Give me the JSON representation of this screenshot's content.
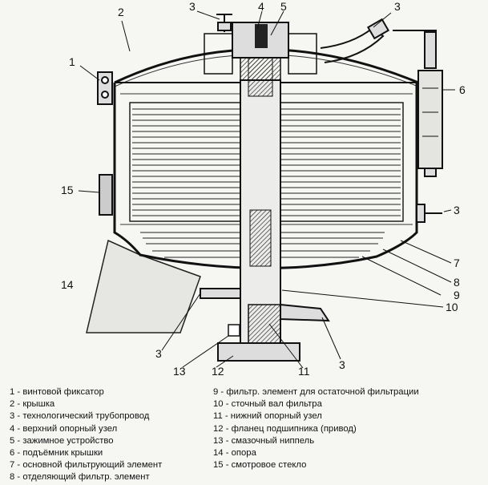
{
  "callouts": {
    "c1": "1",
    "c2": "2",
    "c3_top_left": "3",
    "c4": "4",
    "c5": "5",
    "c3_top_right": "3",
    "c6": "6",
    "c15": "15",
    "c3_right": "3",
    "c14": "14",
    "c7": "7",
    "c8": "8",
    "c9": "9",
    "c10": "10",
    "c3_bottom_left": "3",
    "c3_bottom_right": "3",
    "c13": "13",
    "c12": "12",
    "c11": "11"
  },
  "legend": {
    "left": [
      "1 - винтовой фиксатор",
      "2 - крышка",
      "3 - технологический трубопровод",
      "4 - верхний опорный узел",
      "5 - зажимное устройство",
      "6 - подъёмник крышки",
      "7 - основной фильтрующий элемент",
      "8 - отделяющий фильтр. элемент"
    ],
    "right": [
      "9 - фильтр. элемент для остаточной фильтрации",
      "10 - сточный вал фильтра",
      "11 - нижний опорный узел",
      "12 - фланец подшипника (привод)",
      "13 - смазочный ниппель",
      "14 - опора",
      "15 - смотровое стекло"
    ]
  }
}
